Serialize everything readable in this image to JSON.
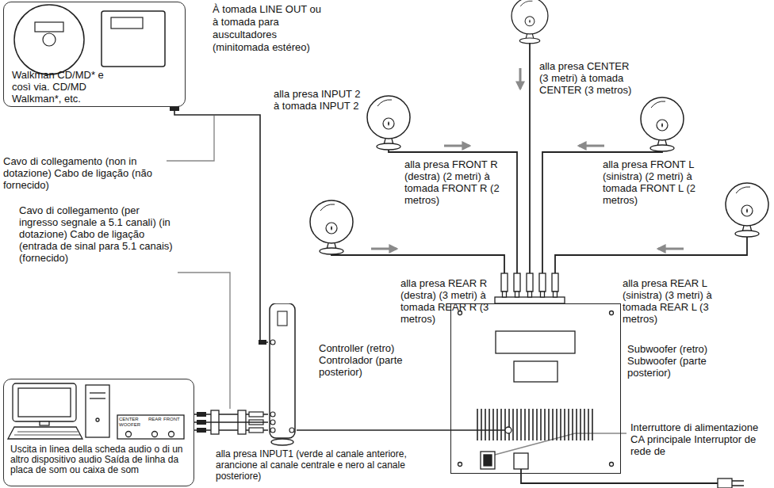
{
  "diagram": {
    "nodes": [
      {
        "text": [
          "Walkman CD/MD* e così via. CD/MD Walkman*, etc."
        ]
      },
      {
        "text": [
          "Uscita in linea della scheda audio o di un altro dispositivo audio Saída de linha da placa de som ou caixa de som"
        ]
      },
      {
        "text": [
          "Controller (retro) Controlador (parte posterior)"
        ]
      },
      {
        "text": [
          "Subwoofer (retro) Subwoofer (parte posterior)"
        ]
      }
    ],
    "edges": [
      {
        "from": 0,
        "to": 2,
        "arrow": "none"
      },
      {
        "from": 1,
        "to": 2,
        "arrow": "none"
      },
      {
        "from": 2,
        "to": 3,
        "arrow": "none"
      }
    ],
    "labels": [
      "À tomada LINE OUT ou à tomada para auscultadores (minitomada estéreo)",
      "alla presa INPUT 2 à tomada INPUT 2",
      "Cavo di collegamento (non in dotazione) Cabo de ligação (não fornecido)",
      "Cavo di collegamento (per ingresso segnale a 5.1 canali) (in dotazione) Cabo de ligação (entrada de sinal para 5.1 canais) (fornecido)",
      "alla presa CENTER (3 metri) à tomada CENTER (3 metros)",
      "alla presa FRONT R (destra) (2 metri) à tomada FRONT R (2 metros)",
      "alla presa FRONT L (sinistra) (2 metri) à tomada FRONT L (2 metros)",
      "alla presa REAR R (destra) (3 metri) à tomada REAR R (3 metros)",
      "alla presa REAR L (sinistra) (3 metri) à tomada REAR L (3 metros)",
      "alla presa INPUT1 (verde al canale anteriore, arancione al canale centrale e nero al canale posteriore)",
      "Interruttore di alimentazione CA principale Interruptor de rede de",
      "CENTER WOOFER",
      "REAR",
      "FRONT"
    ]
  }
}
